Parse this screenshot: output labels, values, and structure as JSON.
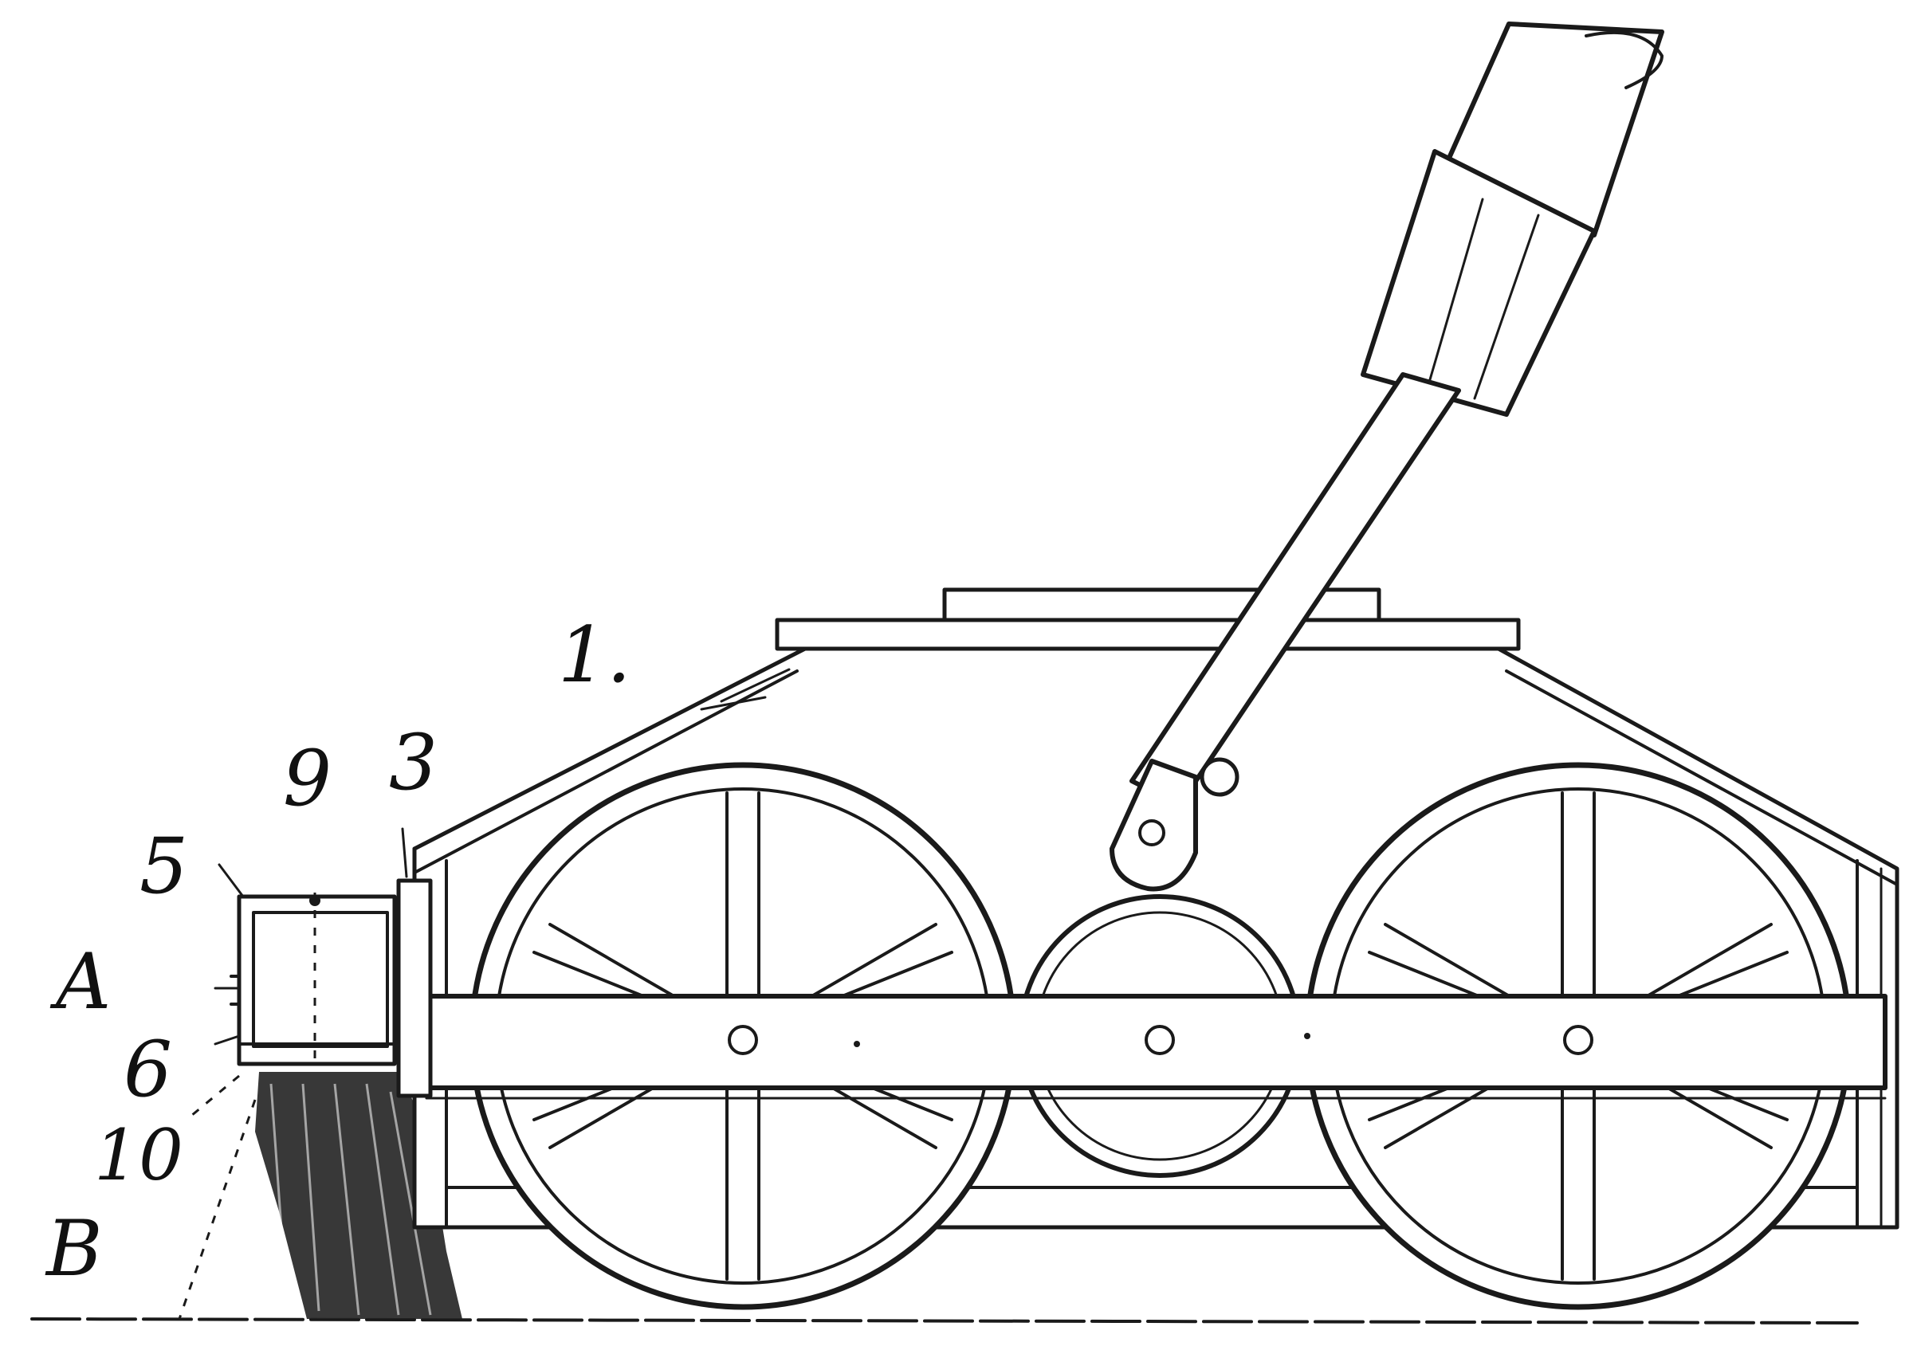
{
  "figure": {
    "labels": {
      "one": "1.",
      "three": "3",
      "five": "5",
      "nine": "9",
      "A": "A",
      "six": "6",
      "ten": "10",
      "B": "B"
    },
    "ink_color": "#1a1a1a",
    "background": "#ffffff"
  }
}
